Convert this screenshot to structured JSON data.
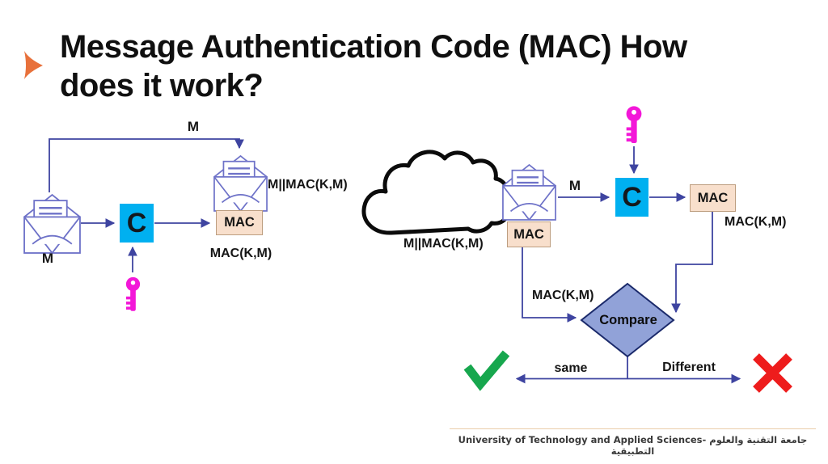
{
  "title": {
    "line1": "Message Authentication Code (MAC) How",
    "line2": "does it work?"
  },
  "sender": {
    "message_label": "M",
    "copied_message_label": "M",
    "c_box_label": "C",
    "mac_attached_label": "MAC",
    "mac_output_label": "MAC(K,M)",
    "concat_label": "M||MAC(K,M)"
  },
  "channel": {
    "concat_label": "M||MAC(K,M)"
  },
  "receiver": {
    "mac_attached_label": "MAC",
    "message_label": "M",
    "c_box_label": "C",
    "mac_computed_box_label": "MAC",
    "mac_computed_label": "MAC(K,M)",
    "mac_received_label": "MAC(K,M)",
    "compare_label": "Compare",
    "same_label": "same",
    "different_label": "Different"
  },
  "footer": {
    "text": "University of Technology and Applied Sciences- جامعة التقنية والعلوم التطبيقية"
  },
  "icons": {
    "bullet": "arrow-right-bullet",
    "sender_envelope": "open-envelope",
    "sent_envelope": "open-envelope",
    "received_envelope": "open-envelope",
    "sender_key": "magenta-key",
    "receiver_key": "magenta-key",
    "channel": "cloud",
    "match": "green-check",
    "mismatch": "red-cross"
  },
  "colors": {
    "c_box": "#00B0F0",
    "mac_box_fill": "#F8DFCC",
    "mac_box_border": "#BD9E80",
    "envelope": "#6E72C8",
    "key": "#F317D8",
    "arrow": "#3E44A0",
    "diamond_fill": "#91A2D8",
    "diamond_border": "#1B2A6B",
    "check": "#17A74E",
    "cross": "#EE1C1C",
    "bullet": "#E8713B",
    "footer_rule": "#EBCDA9"
  }
}
